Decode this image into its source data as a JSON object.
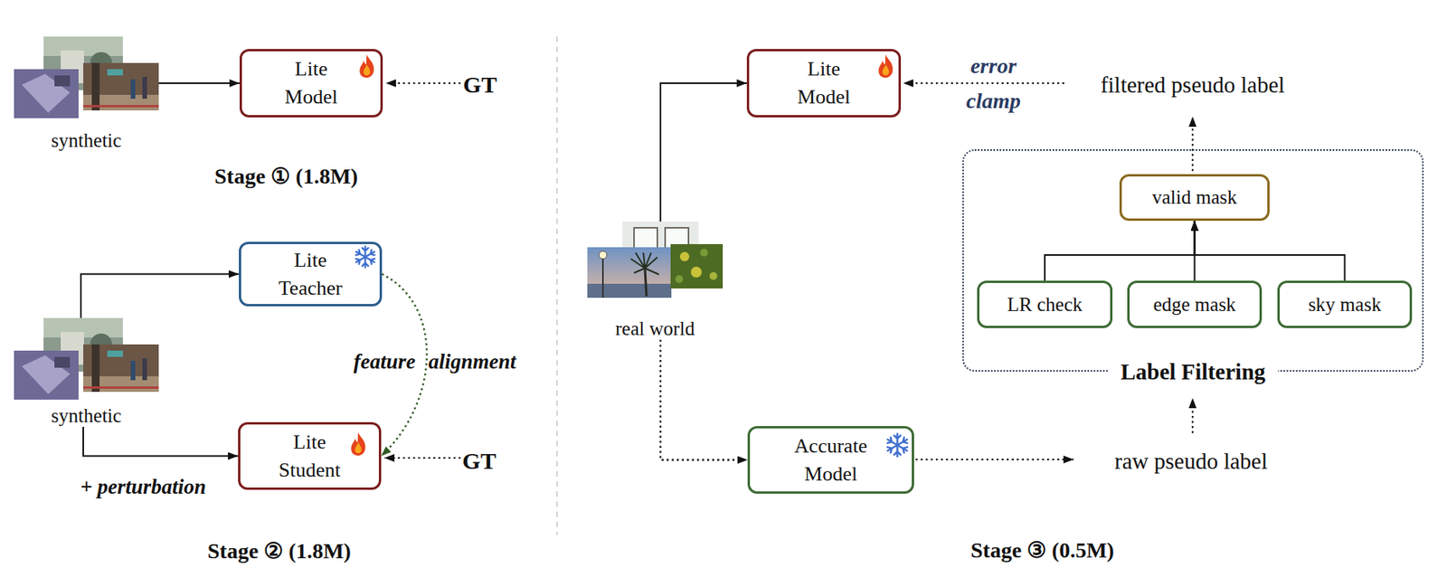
{
  "diagram": {
    "nodes": [
      {
        "text": [
          "synthetic"
        ]
      },
      {
        "text": [
          "Lite Model"
        ]
      },
      {
        "text": [
          "Lite Teacher"
        ]
      },
      {
        "text": [
          "synthetic"
        ]
      },
      {
        "text": [
          "Lite Student"
        ]
      },
      {
        "text": [
          "Lite Model"
        ]
      },
      {
        "text": [
          "real world"
        ]
      },
      {
        "text": [
          "Accurate Model"
        ]
      },
      {
        "text": [
          "Label Filtering"
        ]
      },
      {
        "text": [
          "valid mask"
        ],
        "in": 8
      },
      {
        "text": [
          "LR check"
        ],
        "in": 8
      },
      {
        "text": [
          "edge mask"
        ],
        "in": 8
      },
      {
        "text": [
          "sky mask"
        ],
        "in": 8
      }
    ],
    "edges": [
      {
        "from": 0,
        "to": 1,
        "arrow": "to"
      },
      {
        "from": 3,
        "to": 2,
        "arrow": "to"
      },
      {
        "from": 3,
        "to": 4,
        "arrow": "to"
      },
      {
        "from": 2,
        "to": 4,
        "label": "feature alignment",
        "arrow": "to"
      },
      {
        "from": 6,
        "to": 5,
        "arrow": "to"
      },
      {
        "from": 6,
        "to": 7,
        "arrow": "to"
      },
      {
        "from": 10,
        "to": 9,
        "arrow": "to"
      },
      {
        "from": 11,
        "to": 9,
        "arrow": "to"
      },
      {
        "from": 12,
        "to": 9,
        "arrow": "to"
      }
    ],
    "labels": [
      "GT",
      "Stage ① (1.8M)",
      "+ perturbation",
      "GT",
      "Stage ② (1.8M)",
      "error clamp",
      "filtered pseudo label",
      "raw pseudo label",
      "Stage ③ (0.5M)"
    ]
  }
}
